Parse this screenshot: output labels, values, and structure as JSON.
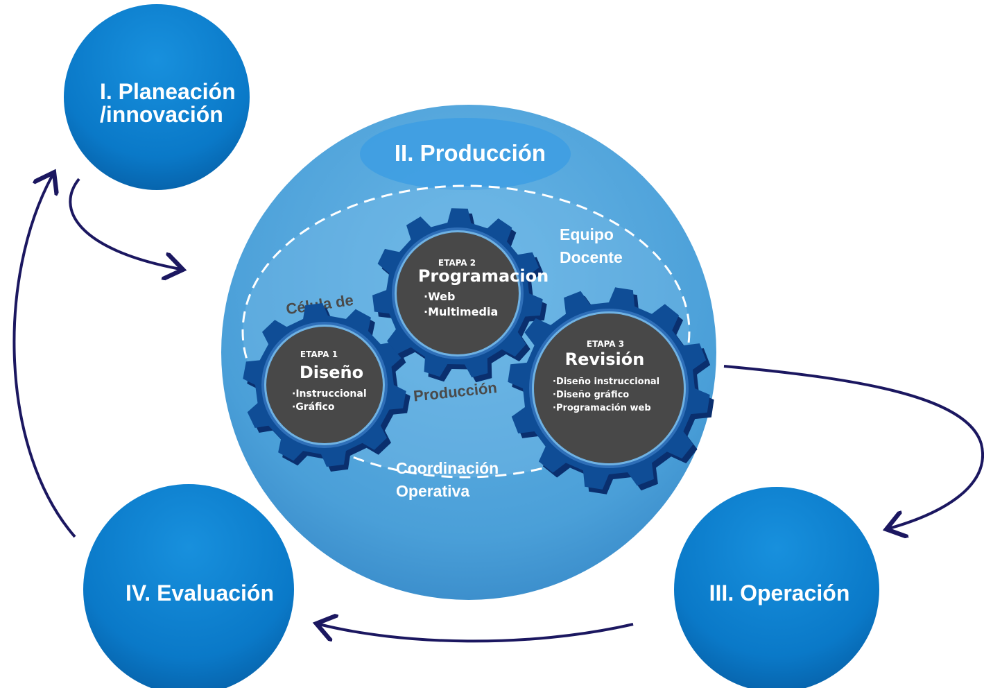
{
  "phases": {
    "planeacion": {
      "line1": "I. Planeación",
      "line2": "/innovación"
    },
    "produccion": "II. Producción",
    "operacion": "III. Operación",
    "evaluacion": "IV. Evaluación"
  },
  "team_labels": {
    "equipo_line1": "Equipo",
    "equipo_line2": "Docente",
    "celula_de": "Célula de",
    "produccion": "Producción",
    "coordinacion_line1": "Coordinación",
    "coordinacion_line2": "Operativa"
  },
  "stages": [
    {
      "label": "ETAPA 1",
      "title": "Diseño",
      "items": [
        "·Instruccional",
        "·Gráfico"
      ]
    },
    {
      "label": "ETAPA 2",
      "title": "Programacion",
      "items": [
        "·Web",
        "·Multimedia"
      ]
    },
    {
      "label": "ETAPA 3",
      "title": "Revisión",
      "items": [
        "·Diseño instruccional",
        "·Diseño gráfico",
        "·Programación web"
      ]
    }
  ],
  "colors": {
    "phase_circle": "#0a7fcf",
    "phase_circle_dark": "#0660a8",
    "big_circle": "#4ea4dc",
    "gear": "#0f4d96",
    "gear_dark": "#0a2f6e",
    "gear_core": "#484848",
    "arrow": "#1b1760",
    "white": "#ffffff"
  }
}
